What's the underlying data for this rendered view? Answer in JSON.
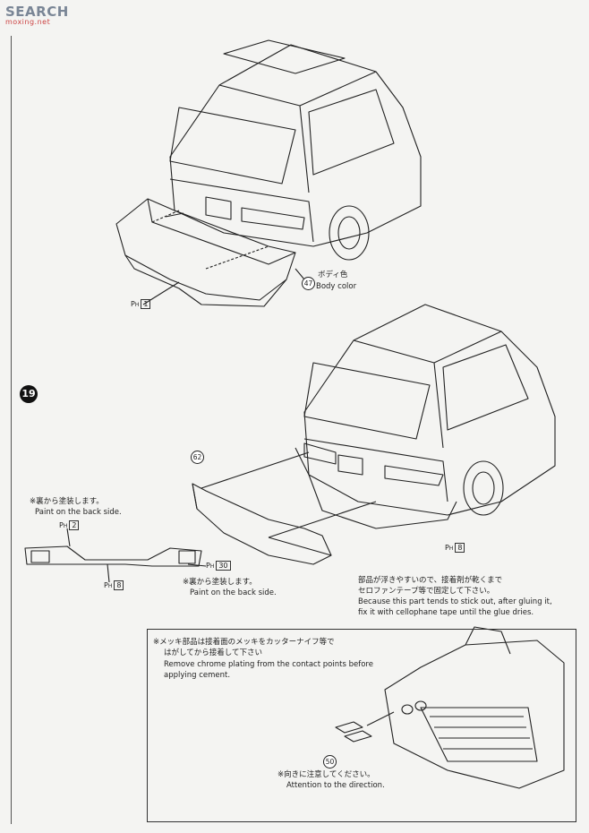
{
  "watermark": {
    "title": "SEARCH",
    "sub": "moxing.net"
  },
  "step_number": "19",
  "part_numbers": {
    "p47": "47",
    "p62": "62",
    "p50": "50"
  },
  "diagram1": {
    "label_jp": "ボディ色",
    "label_en": "Body color",
    "pn1": "1"
  },
  "diagram2": {
    "note1_jp": "※裏から塗装します。",
    "note1_en": "Paint on the back side.",
    "pn2": "2",
    "pn30": "30",
    "pn8a": "8",
    "note2_jp": "※裏から塗装します。",
    "note2_en": "Paint on the back side.",
    "pn8b": "8",
    "caution_jp1": "部品が浮きやすいので、接着剤が乾くまで",
    "caution_jp2": "セロファンテープ等で固定して下さい。",
    "caution_en1": "Because this part tends to stick out, after gluing it,",
    "caution_en2": "fix it with cellophane tape until the glue dries."
  },
  "inset": {
    "chrome_jp1": "※メッキ部品は接着面のメッキをカッターナイフ等で",
    "chrome_jp2": "はがしてから接着して下さい",
    "chrome_en1": "Remove chrome plating from the contact points before",
    "chrome_en2": "applying cement.",
    "dir_jp": "※向きに注意してください。",
    "dir_en": "Attention to the direction."
  }
}
